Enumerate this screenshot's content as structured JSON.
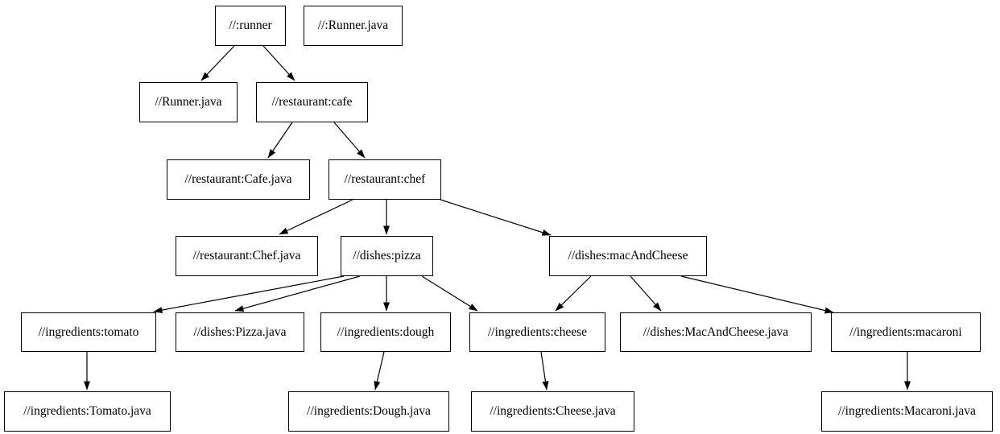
{
  "diagram": {
    "type": "dependency-graph",
    "background_color": "#ffffff",
    "node_fill_color": "#ffffff",
    "node_border_color": "#000000",
    "edge_color": "#000000",
    "text_color": "#000000",
    "nodes": [
      {
        "id": "runner",
        "label": "//:runner"
      },
      {
        "id": "runner-java-standalone",
        "label": "//:Runner.java"
      },
      {
        "id": "runner-java",
        "label": "//Runner.java"
      },
      {
        "id": "cafe",
        "label": "//restaurant:cafe"
      },
      {
        "id": "cafe-java",
        "label": "//restaurant:Cafe.java"
      },
      {
        "id": "chef",
        "label": "//restaurant:chef"
      },
      {
        "id": "chef-java",
        "label": "//restaurant:Chef.java"
      },
      {
        "id": "pizza",
        "label": "//dishes:pizza"
      },
      {
        "id": "mac-and-cheese",
        "label": "//dishes:macAndCheese"
      },
      {
        "id": "tomato",
        "label": "//ingredients:tomato"
      },
      {
        "id": "pizza-java",
        "label": "//dishes:Pizza.java"
      },
      {
        "id": "dough",
        "label": "//ingredients:dough"
      },
      {
        "id": "cheese",
        "label": "//ingredients:cheese"
      },
      {
        "id": "mac-and-cheese-java",
        "label": "//dishes:MacAndCheese.java"
      },
      {
        "id": "macaroni",
        "label": "//ingredients:macaroni"
      },
      {
        "id": "tomato-java",
        "label": "//ingredients:Tomato.java"
      },
      {
        "id": "dough-java",
        "label": "//ingredients:Dough.java"
      },
      {
        "id": "cheese-java",
        "label": "//ingredients:Cheese.java"
      },
      {
        "id": "macaroni-java",
        "label": "//ingredients:Macaroni.java"
      }
    ],
    "edges": [
      {
        "from": "//:runner",
        "to": "//Runner.java"
      },
      {
        "from": "//:runner",
        "to": "//restaurant:cafe"
      },
      {
        "from": "//restaurant:cafe",
        "to": "//restaurant:Cafe.java"
      },
      {
        "from": "//restaurant:cafe",
        "to": "//restaurant:chef"
      },
      {
        "from": "//restaurant:chef",
        "to": "//restaurant:Chef.java"
      },
      {
        "from": "//restaurant:chef",
        "to": "//dishes:pizza"
      },
      {
        "from": "//restaurant:chef",
        "to": "//dishes:macAndCheese"
      },
      {
        "from": "//dishes:pizza",
        "to": "//ingredients:tomato"
      },
      {
        "from": "//dishes:pizza",
        "to": "//dishes:Pizza.java"
      },
      {
        "from": "//dishes:pizza",
        "to": "//ingredients:dough"
      },
      {
        "from": "//dishes:pizza",
        "to": "//ingredients:cheese"
      },
      {
        "from": "//dishes:macAndCheese",
        "to": "//ingredients:cheese"
      },
      {
        "from": "//dishes:macAndCheese",
        "to": "//dishes:MacAndCheese.java"
      },
      {
        "from": "//dishes:macAndCheese",
        "to": "//ingredients:macaroni"
      },
      {
        "from": "//ingredients:tomato",
        "to": "//ingredients:Tomato.java"
      },
      {
        "from": "//ingredients:dough",
        "to": "//ingredients:Dough.java"
      },
      {
        "from": "//ingredients:cheese",
        "to": "//ingredients:Cheese.java"
      },
      {
        "from": "//ingredients:macaroni",
        "to": "//ingredients:Macaroni.java"
      }
    ]
  }
}
